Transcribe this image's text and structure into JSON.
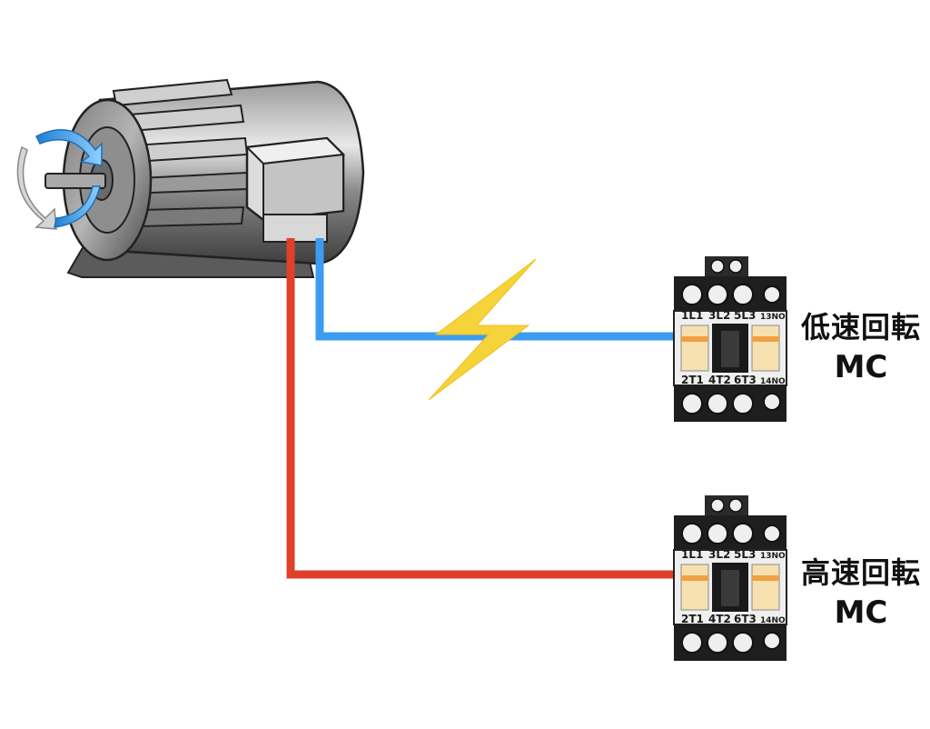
{
  "diagram": {
    "wire_colors": {
      "low_speed": "#3b9cf0",
      "high_speed": "#e0402a",
      "spark": "#f5d33a"
    },
    "contactors": [
      {
        "name": "low-speed",
        "label_line1": "低速回転",
        "label_line2": "MC",
        "top_terminals": [
          "1L1",
          "3L2",
          "5L3"
        ],
        "aux_top": "13NO",
        "bottom_terminals": [
          "2T1",
          "4T2",
          "6T3"
        ],
        "aux_bottom": "14NO",
        "color": "#3b9cf0"
      },
      {
        "name": "high-speed",
        "label_line1": "高速回転",
        "label_line2": "MC",
        "top_terminals": [
          "1L1",
          "3L2",
          "5L3"
        ],
        "aux_top": "13NO",
        "bottom_terminals": [
          "2T1",
          "4T2",
          "6T3"
        ],
        "aux_bottom": "14NO",
        "color": "#e0402a"
      }
    ],
    "icons": [
      "motor-icon",
      "rotation-arrows-icon",
      "lightning-bolt-icon",
      "contactor-icon"
    ]
  }
}
